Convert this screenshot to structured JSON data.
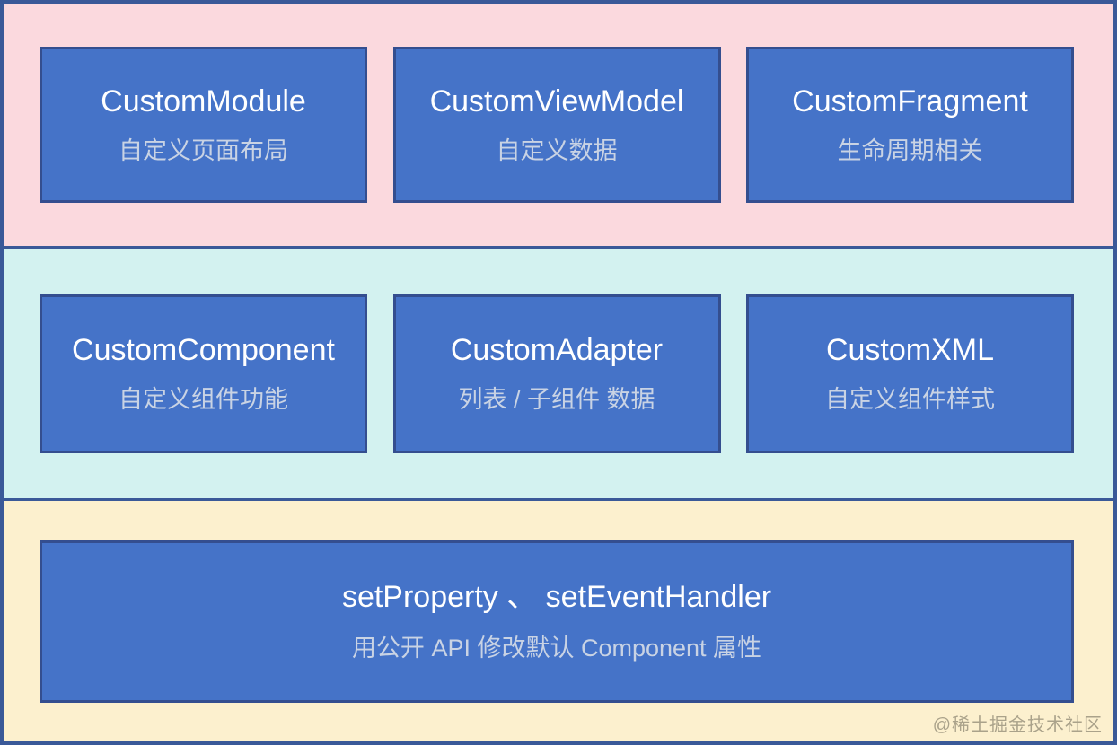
{
  "diagram": {
    "watermark": "@稀土掘金技术社区",
    "colors": {
      "frame_border": "#3A5998",
      "box_fill": "#4573C8",
      "box_border": "#344E8F",
      "band_pink": "#FBD9DE",
      "band_cyan": "#D3F2F0",
      "band_yellow": "#FCF0CE",
      "title_text": "#FFFFFF",
      "subtitle_text": "#C9D3E4"
    },
    "rows": [
      {
        "name": "page-layer",
        "boxes": [
          {
            "title": "CustomModule",
            "subtitle": "自定义页面布局"
          },
          {
            "title": "CustomViewModel",
            "subtitle": "自定义数据"
          },
          {
            "title": "CustomFragment",
            "subtitle": "生命周期相关"
          }
        ]
      },
      {
        "name": "component-layer",
        "boxes": [
          {
            "title": "CustomComponent",
            "subtitle": "自定义组件功能"
          },
          {
            "title": "CustomAdapter",
            "subtitle": "列表 / 子组件 数据"
          },
          {
            "title": "CustomXML",
            "subtitle": "自定义组件样式"
          }
        ]
      },
      {
        "name": "api-layer",
        "boxes": [
          {
            "title": "setProperty 、 setEventHandler",
            "subtitle": "用公开 API 修改默认 Component 属性"
          }
        ]
      }
    ]
  }
}
